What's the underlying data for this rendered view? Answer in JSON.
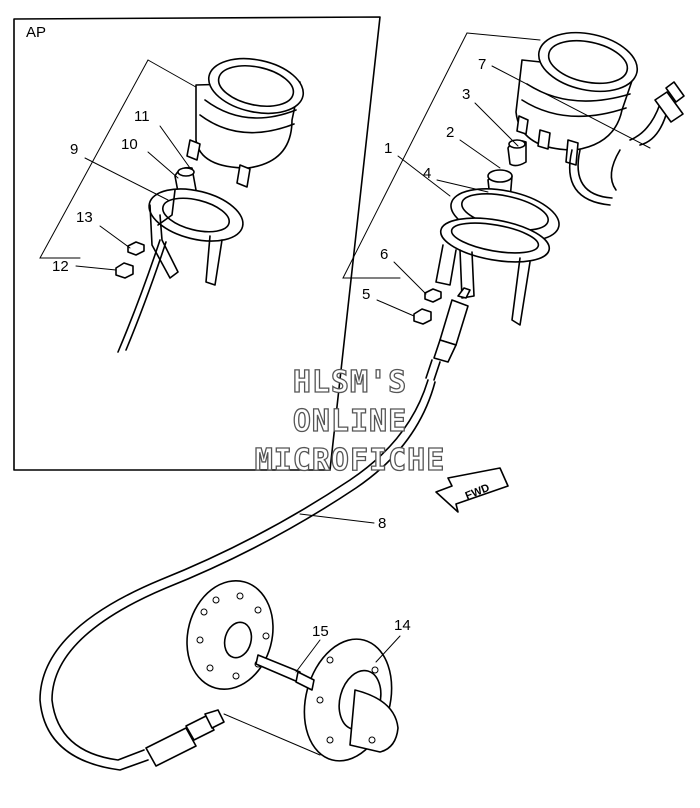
{
  "inset": {
    "label": "AP"
  },
  "watermark": {
    "line1": "HLSM'S",
    "line2": "ONLINE",
    "line3": "MICROFICHE"
  },
  "fwd_arrow": {
    "label": "FWD"
  },
  "callouts": {
    "p1": "1",
    "p2": "2",
    "p3": "3",
    "p4": "4",
    "p5": "5",
    "p6": "6",
    "p7": "7",
    "p8": "8",
    "p9": "9",
    "p10": "10",
    "p11": "11",
    "p12": "12",
    "p13": "13",
    "p14": "14",
    "p15": "15"
  }
}
